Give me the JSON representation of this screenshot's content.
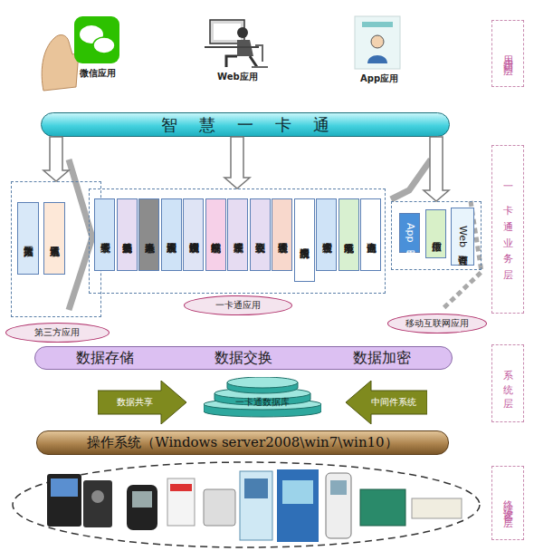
{
  "diagram": {
    "nodes": [
      {
        "text": [
          "用户访问层"
        ]
      },
      {
        "text": [
          "智慧一卡通"
        ]
      },
      {
        "text": [
          "一卡通业务层"
        ]
      },
      {
        "text": [
          "第三方应用"
        ]
      },
      {
        "text": [
          "第三方数据接入"
        ],
        "in": 3
      },
      {
        "text": [
          "前置通讯系统"
        ],
        "in": 3
      },
      {
        "text": [
          "一卡通应用"
        ]
      },
      {
        "text": [
          "卡务管理系统"
        ],
        "in": 6
      },
      {
        "text": [
          "充值补贴消费系统"
        ],
        "in": 6
      },
      {
        "text": [
          "人事考勤系统"
        ],
        "in": 6
      },
      {
        "text": [
          "人脸识别管理系统"
        ],
        "in": 6
      },
      {
        "text": [
          "指纹识别管理系统"
        ],
        "in": 6
      },
      {
        "text": [
          "电梯控制系统"
        ],
        "in": 6
      },
      {
        "text": [
          "停车管理系统"
        ],
        "in": 6
      },
      {
        "text": [
          "会议签到系统"
        ],
        "in": 6
      },
      {
        "text": [
          "访客管理子系统"
        ],
        "in": 6
      },
      {
        "text": [
          "多门门禁管理系统"
        ],
        "in": 6
      },
      {
        "text": [
          "宿舍管理系统"
        ],
        "in": 6
      },
      {
        "text": [
          "水电节能系统"
        ],
        "in": 6
      },
      {
        "text": [
          "自助充值查询"
        ],
        "in": 6
      },
      {
        "text": [
          "移动互联网应用"
        ]
      },
      {
        "text": [
          "App应用"
        ],
        "in": 20
      },
      {
        "text": [
          "微信应用"
        ],
        "in": 20
      },
      {
        "text": [
          "Web订餐查询"
        ],
        "in": 20
      },
      {
        "text": [
          "数据存储",
          "数据交换",
          "数据加密"
        ]
      },
      {
        "text": [
          "系统层"
        ]
      },
      {
        "text": [
          "一卡通数据库"
        ]
      },
      {
        "text": [
          "数据共享"
        ]
      },
      {
        "text": [
          "中间件系统"
        ]
      },
      {
        "text": [
          "操作系统（Windows server2008\\win7\\win10）"
        ]
      },
      {
        "text": [
          "终端设备层"
        ]
      }
    ],
    "edges": [
      {
        "from": 1,
        "to": 3,
        "arrow": "to"
      },
      {
        "from": 1,
        "to": 6,
        "arrow": "to"
      },
      {
        "from": 1,
        "to": 20,
        "arrow": "to"
      }
    ],
    "labels": [
      "微信应用",
      "Web应用",
      "App应用"
    ]
  }
}
